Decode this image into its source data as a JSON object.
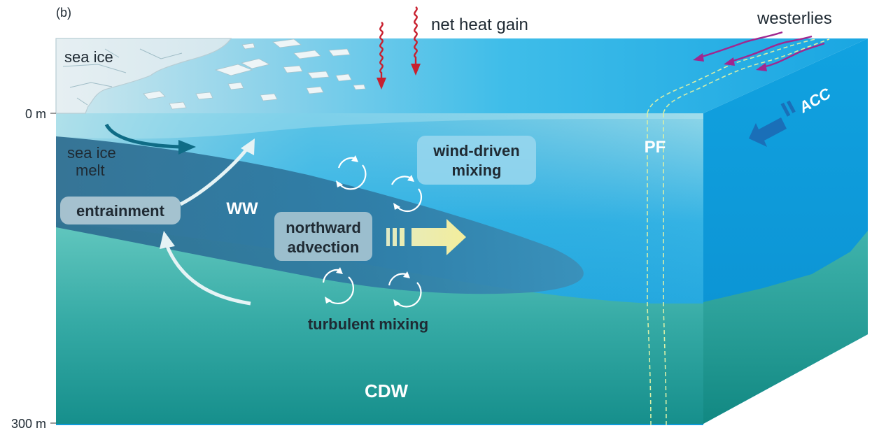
{
  "panel_label": "(b)",
  "depth_top": "0 m",
  "depth_bottom": "300 m",
  "labels": {
    "sea_ice": "sea ice",
    "sea_ice_melt_line1": "sea ice",
    "sea_ice_melt_line2": "melt",
    "net_heat_gain": "net heat gain",
    "westerlies": "westerlies",
    "acc": "ACC",
    "pf": "PF",
    "wind_driven_line1": "wind-driven",
    "wind_driven_line2": "mixing",
    "entrainment": "entrainment",
    "ww": "WW",
    "northward_line1": "northward",
    "northward_line2": "advection",
    "turbulent_mixing": "turbulent mixing",
    "cdw": "CDW"
  },
  "colors": {
    "surface_blue": "#29b5e8",
    "winter_water": "#2b6f96",
    "cdw_teal": "#2aa3a0",
    "heat_arrow": "#c8202f",
    "westerlies_arrow": "#a0278f",
    "advection_arrow": "#f0eca0"
  }
}
